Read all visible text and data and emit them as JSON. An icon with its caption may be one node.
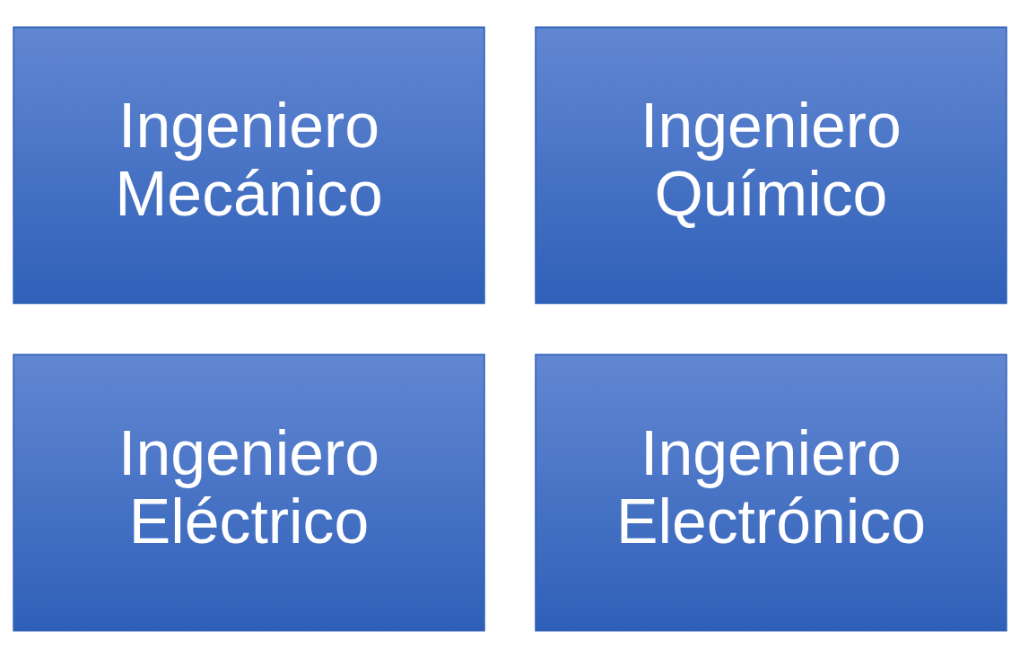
{
  "diagram": {
    "nodes": [
      {
        "text": [
          "Ingeniero Mecánico"
        ]
      },
      {
        "text": [
          "Ingeniero Químico"
        ]
      },
      {
        "text": [
          "Ingeniero Eléctrico"
        ]
      },
      {
        "text": [
          "Ingeniero Electrónico"
        ]
      }
    ],
    "edges": []
  }
}
